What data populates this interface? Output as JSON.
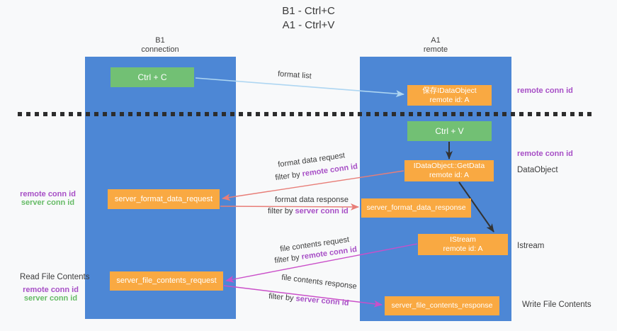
{
  "title": {
    "line1": "B1 - Ctrl+C",
    "line2": "A1 - Ctrl+V"
  },
  "lanes": {
    "left": {
      "name": "B1",
      "role": "connection"
    },
    "right": {
      "name": "A1",
      "role": "remote"
    }
  },
  "boxes": {
    "ctrl_c": {
      "label": "Ctrl + C"
    },
    "ctrl_v": {
      "label": "Ctrl + V"
    },
    "save_idataobject": {
      "line1": "保存IDataObject",
      "line2": "remote id: A"
    },
    "idataobject_getdata": {
      "line1": "IDataObject::GetData",
      "line2": "remote id: A"
    },
    "istream": {
      "line1": "IStream",
      "line2": "remote id: A"
    },
    "server_format_data_request": {
      "label": "server_format_data_request"
    },
    "server_format_data_response": {
      "label": "server_format_data_response"
    },
    "server_file_contents_request": {
      "label": "server_file_contents_request"
    },
    "server_file_contents_response": {
      "label": "server_file_contents_response"
    }
  },
  "arrows": {
    "format_list": "format list",
    "format_data_request": "format data request",
    "format_data_response": "format data response",
    "file_contents_request": "file contents request",
    "file_contents_response": "file contents response",
    "filter_by": "filter by",
    "remote_conn_id": "remote conn id",
    "server_conn_id": "server conn id"
  },
  "annotations": {
    "right": {
      "remote_conn_id_top": "remote conn id",
      "remote_conn_id_mid": "remote conn id",
      "dataobject": "DataObject",
      "istream": "Istream",
      "write_file_contents": "Write File Contents"
    },
    "left": {
      "remote_conn_id_mid": "remote conn id",
      "server_conn_id_mid": "server conn id",
      "read_file_contents": "Read File Contents",
      "remote_conn_id_bottom": "remote conn id",
      "server_conn_id_bottom": "server conn id"
    }
  },
  "colors": {
    "lane_blue": "#4d87d5",
    "box_green": "#72c074",
    "box_orange": "#f9a942",
    "conn_purple": "#a74fc6",
    "conn_green": "#66bb66",
    "arrow_salmon": "#e87e78",
    "arrow_magenta": "#ca4fc9",
    "arrow_lightblue": "#aed6f2",
    "arrow_black": "#333333",
    "dash_line": "#2d2d2d"
  }
}
